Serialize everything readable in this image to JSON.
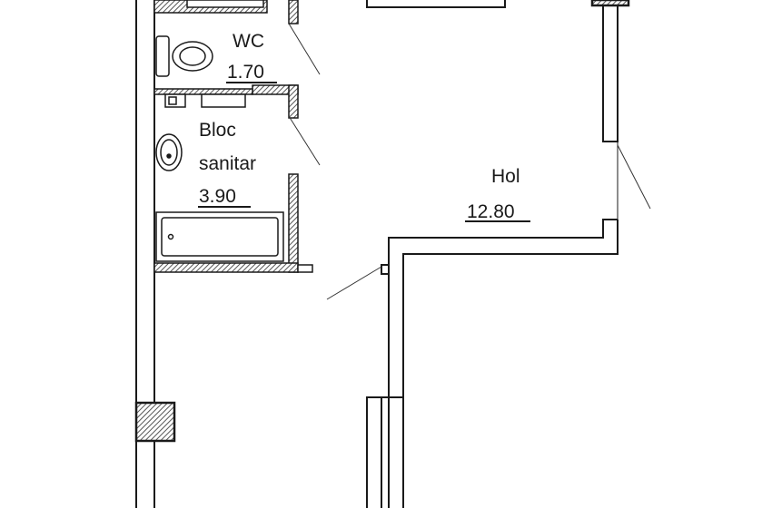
{
  "plan": {
    "rooms": [
      {
        "name": "WC",
        "area": "1.70"
      },
      {
        "name": "Bloc",
        "name2": "sanitar",
        "area": "3.90"
      },
      {
        "name": "Hol",
        "area": "12.80"
      }
    ],
    "colors": {
      "line": "#1a1a1a",
      "hatch": "#555555",
      "background": "#ffffff"
    }
  }
}
